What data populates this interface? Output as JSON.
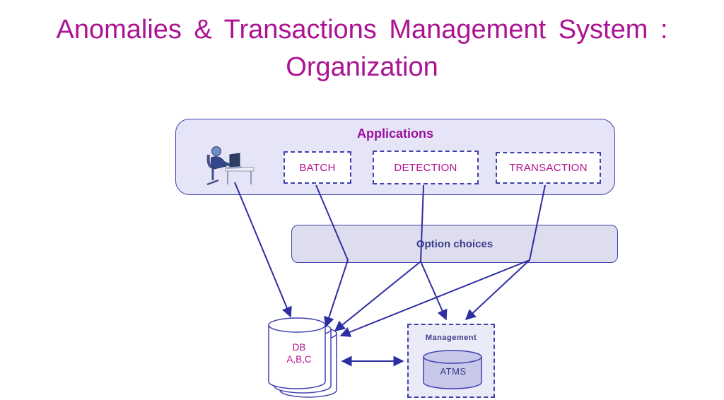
{
  "slide": {
    "title_line1": "Anomalies & Transactions Management System :",
    "title_line2": "Organization"
  },
  "applications_panel": {
    "label": "Applications",
    "modules": [
      {
        "label": "BATCH"
      },
      {
        "label": "DETECTION"
      },
      {
        "label": "TRANSACTION"
      }
    ]
  },
  "option_choices": {
    "label": "Option choices"
  },
  "database": {
    "line1": "DB",
    "line2": "A,B,C"
  },
  "management": {
    "label": "Management",
    "db_label": "ATMS"
  },
  "icons": {
    "person": "person-at-computer-icon"
  },
  "colors": {
    "title_magenta": "#ac1392",
    "module_magenta": "#b5128d",
    "navy": "#4040b0",
    "arrow_navy": "#2e2ea2",
    "panel_fill": "#e5e5f7",
    "option_fill": "#dddded",
    "management_fill": "#ebebf7",
    "atms_cylinder_fill": "#c8c8ea"
  }
}
